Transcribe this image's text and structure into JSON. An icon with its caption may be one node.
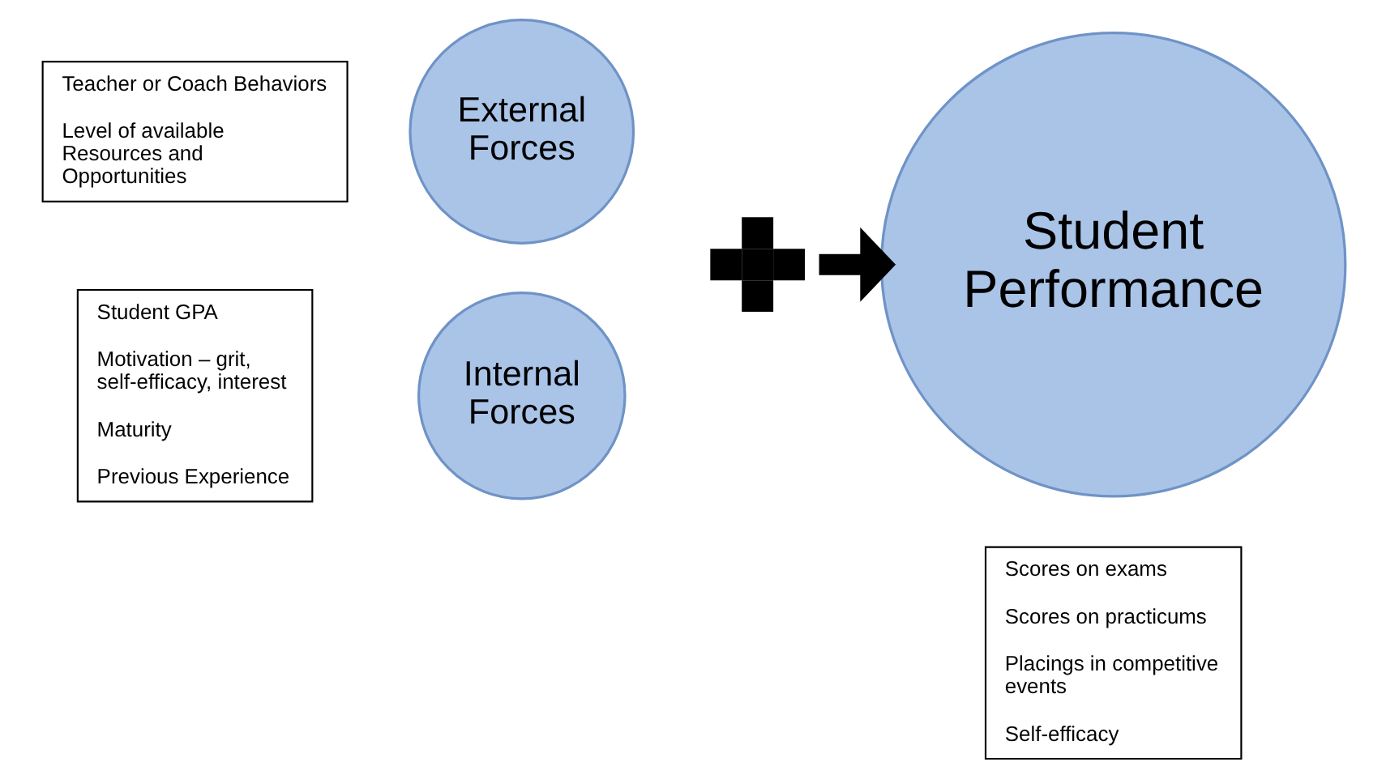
{
  "diagram": {
    "nodes": [
      {
        "text": [
          "Teacher or Coach Behaviors",
          "Level of available Resources and Opportunities"
        ]
      },
      {
        "text": [
          "External Forces"
        ]
      },
      {
        "text": [],
        "shape": "plus"
      },
      {
        "text": [
          "Student Performance"
        ]
      },
      {
        "text": [
          "Student GPA",
          "Motivation – grit, self-efficacy, interest",
          "Maturity",
          "Previous Experience"
        ]
      },
      {
        "text": [
          "Internal Forces"
        ]
      },
      {
        "text": [
          "Scores on exams",
          "Scores on practicums",
          "Placings in competitive events",
          "Self-efficacy"
        ]
      }
    ],
    "edges": [
      {
        "from": 2,
        "to": 3,
        "arrow": "to"
      }
    ]
  }
}
